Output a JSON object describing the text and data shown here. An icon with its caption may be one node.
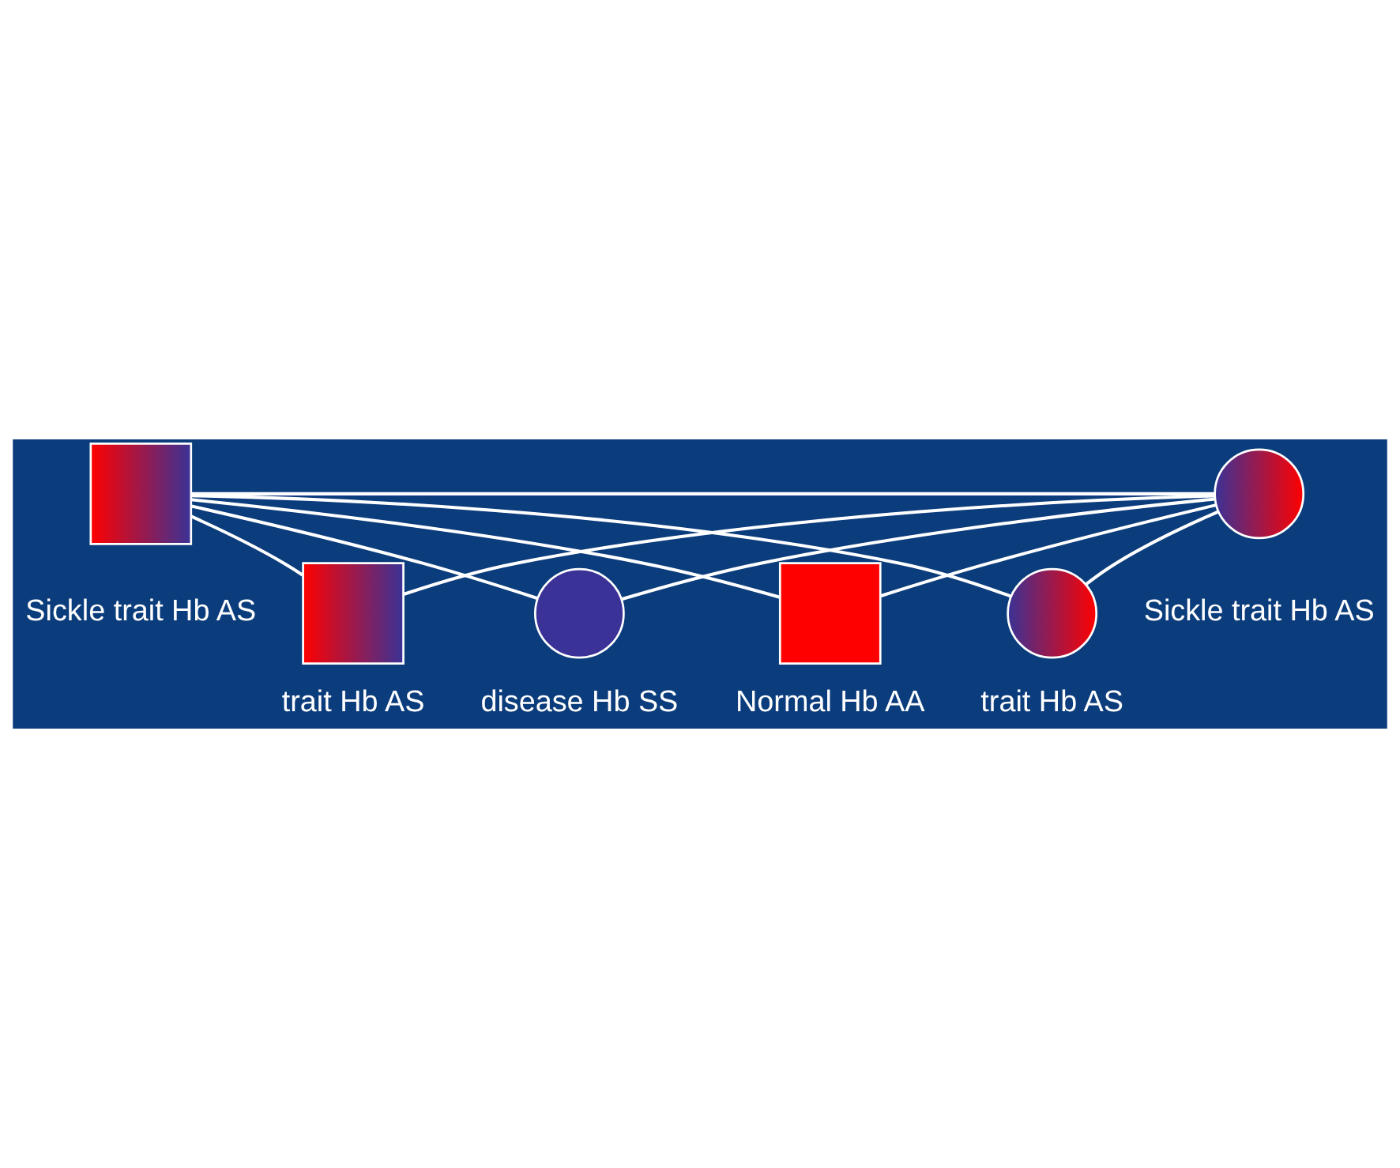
{
  "diagram": {
    "nodes": [
      {
        "text": [],
        "shape": "box",
        "beside": [
          "Sickle trait Hb AS"
        ]
      },
      {
        "text": [],
        "shape": "circle",
        "beside": [
          "Sickle trait Hb AS"
        ]
      },
      {
        "text": [],
        "shape": "box",
        "beside": [
          "Normal Hb AA"
        ]
      },
      {
        "text": [],
        "shape": "circle",
        "beside": [
          "trait Hb AS"
        ]
      },
      {
        "text": [],
        "shape": "box",
        "beside": [
          "trait Hb AS"
        ]
      },
      {
        "text": [],
        "shape": "circle",
        "beside": [
          "disease Hb SS"
        ]
      }
    ],
    "edges": [
      {
        "from": 0,
        "to": 1,
        "arrow": "none"
      },
      {
        "from": 0,
        "to": 2,
        "arrow": "none"
      },
      {
        "from": 0,
        "to": 3,
        "arrow": "none"
      },
      {
        "from": 0,
        "to": 4,
        "arrow": "none"
      },
      {
        "from": 0,
        "to": 5,
        "arrow": "none"
      },
      {
        "from": 1,
        "to": 2,
        "arrow": "none"
      },
      {
        "from": 1,
        "to": 3,
        "arrow": "none"
      },
      {
        "from": 1,
        "to": 4,
        "arrow": "none"
      },
      {
        "from": 1,
        "to": 5,
        "arrow": "none"
      }
    ]
  }
}
